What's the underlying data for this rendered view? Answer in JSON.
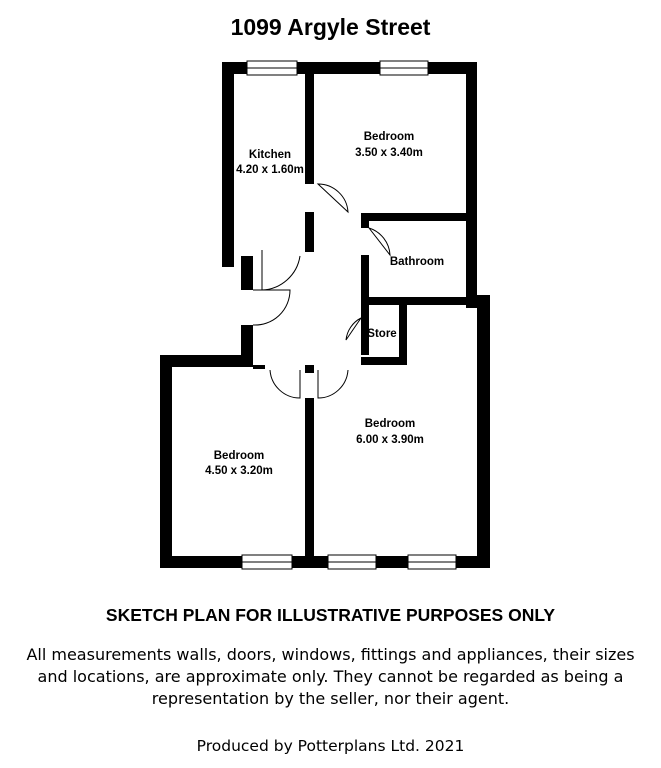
{
  "title": "1099 Argyle Street",
  "rooms": {
    "kitchen": {
      "name": "Kitchen",
      "size": "4.20 x 1.60m"
    },
    "bedroom_top": {
      "name": "Bedroom",
      "size": "3.50 x 3.40m"
    },
    "bathroom": {
      "name": "Bathroom"
    },
    "store": {
      "name": "Store"
    },
    "bedroom_left": {
      "name": "Bedroom",
      "size": "4.50 x 3.20m"
    },
    "bedroom_right": {
      "name": "Bedroom",
      "size": "6.00 x 3.90m"
    }
  },
  "disclaimer": {
    "heading": "SKETCH PLAN FOR ILLUSTRATIVE PURPOSES ONLY",
    "body": "All measurements walls, doors, windows, fittings and appliances, their sizes and locations, are approximate only. They cannot be regarded as being a representation by the seller, nor their agent."
  },
  "credit": "Produced by Potterplans Ltd. 2021",
  "colors": {
    "wall": "#000000",
    "background": "#ffffff"
  }
}
